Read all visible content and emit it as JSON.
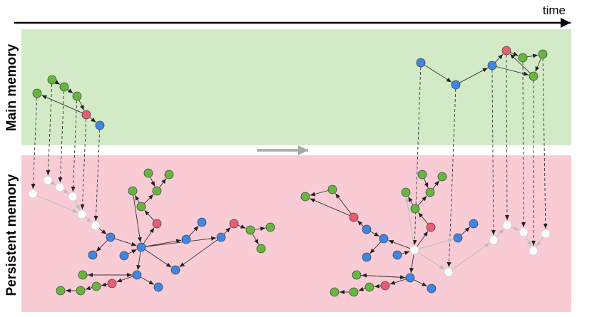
{
  "timeline": {
    "label": "time"
  },
  "regions": {
    "main": {
      "label": "Main memory"
    },
    "persistent": {
      "label": "Persistent memory"
    }
  },
  "colors": {
    "main_bg": "#d3eac6",
    "persistent_bg": "#f9ccd5",
    "blue_node": "#3d86e6",
    "green_node": "#66b83d",
    "red_node": "#e85d74",
    "white_node": "#ffffff",
    "edge": "#333333",
    "faint_edge": "#bbbbbb",
    "progress_arrow": "#aaaaaa"
  },
  "legend_note": ""
}
